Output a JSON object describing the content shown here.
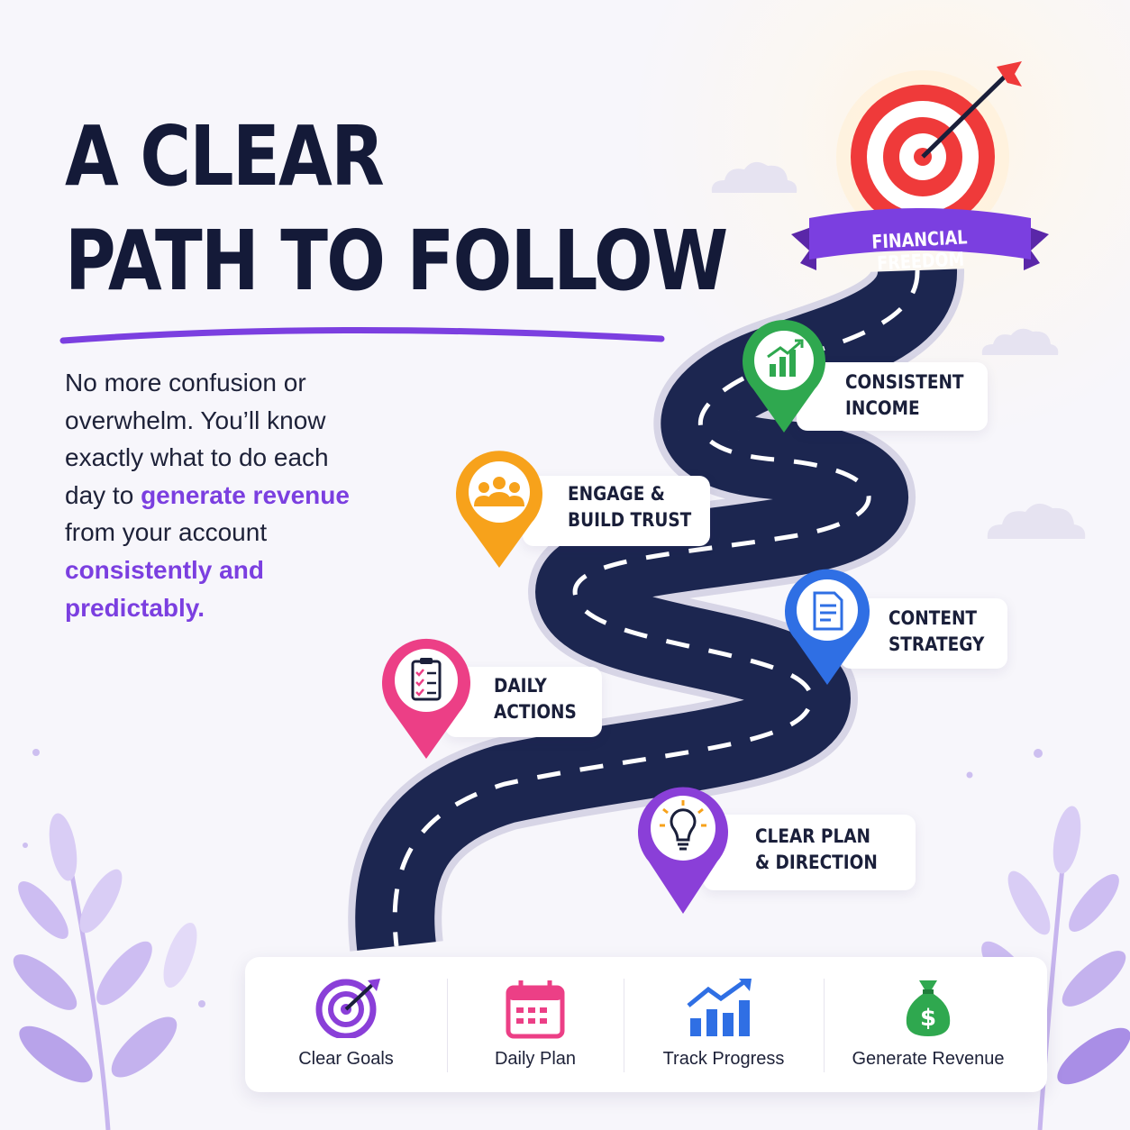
{
  "title": {
    "line1": "A CLEAR",
    "line2": "PATH TO FOLLOW"
  },
  "description": {
    "part1": "No more confusion or overwhelm. You’ll know exactly what to do each day to ",
    "highlight1": "generate revenue",
    "part2": " from your account ",
    "highlight2": "consistently and predictably."
  },
  "goal": {
    "banner": "FINANCIAL FREEDOM",
    "target_icon": "bullseye-target-icon"
  },
  "milestones": [
    {
      "label": "CONSISTENT\nINCOME",
      "icon": "growth-chart-icon",
      "color": "#2fa84f"
    },
    {
      "label": "ENGAGE &\nBUILD TRUST",
      "icon": "people-group-icon",
      "color": "#f7a21b"
    },
    {
      "label": "CONTENT\nSTRATEGY",
      "icon": "document-icon",
      "color": "#2f6fe4"
    },
    {
      "label": "DAILY\nACTIONS",
      "icon": "checklist-icon",
      "color": "#ec3f86"
    },
    {
      "label": "CLEAR PLAN\n& DIRECTION",
      "icon": "lightbulb-icon",
      "color": "#8a3fd8"
    }
  ],
  "features": [
    {
      "label": "Clear Goals",
      "icon": "target-icon",
      "color": "#8a3fd8"
    },
    {
      "label": "Daily Plan",
      "icon": "calendar-icon",
      "color": "#ec3f86"
    },
    {
      "label": "Track Progress",
      "icon": "bar-chart-icon",
      "color": "#2f6fe4"
    },
    {
      "label": "Generate Revenue",
      "icon": "money-bag-icon",
      "color": "#2fa84f"
    }
  ],
  "colors": {
    "title": "#141a38",
    "accent": "#7b3fe0",
    "road": "#1c2650",
    "banner": "#7b3fe0"
  }
}
